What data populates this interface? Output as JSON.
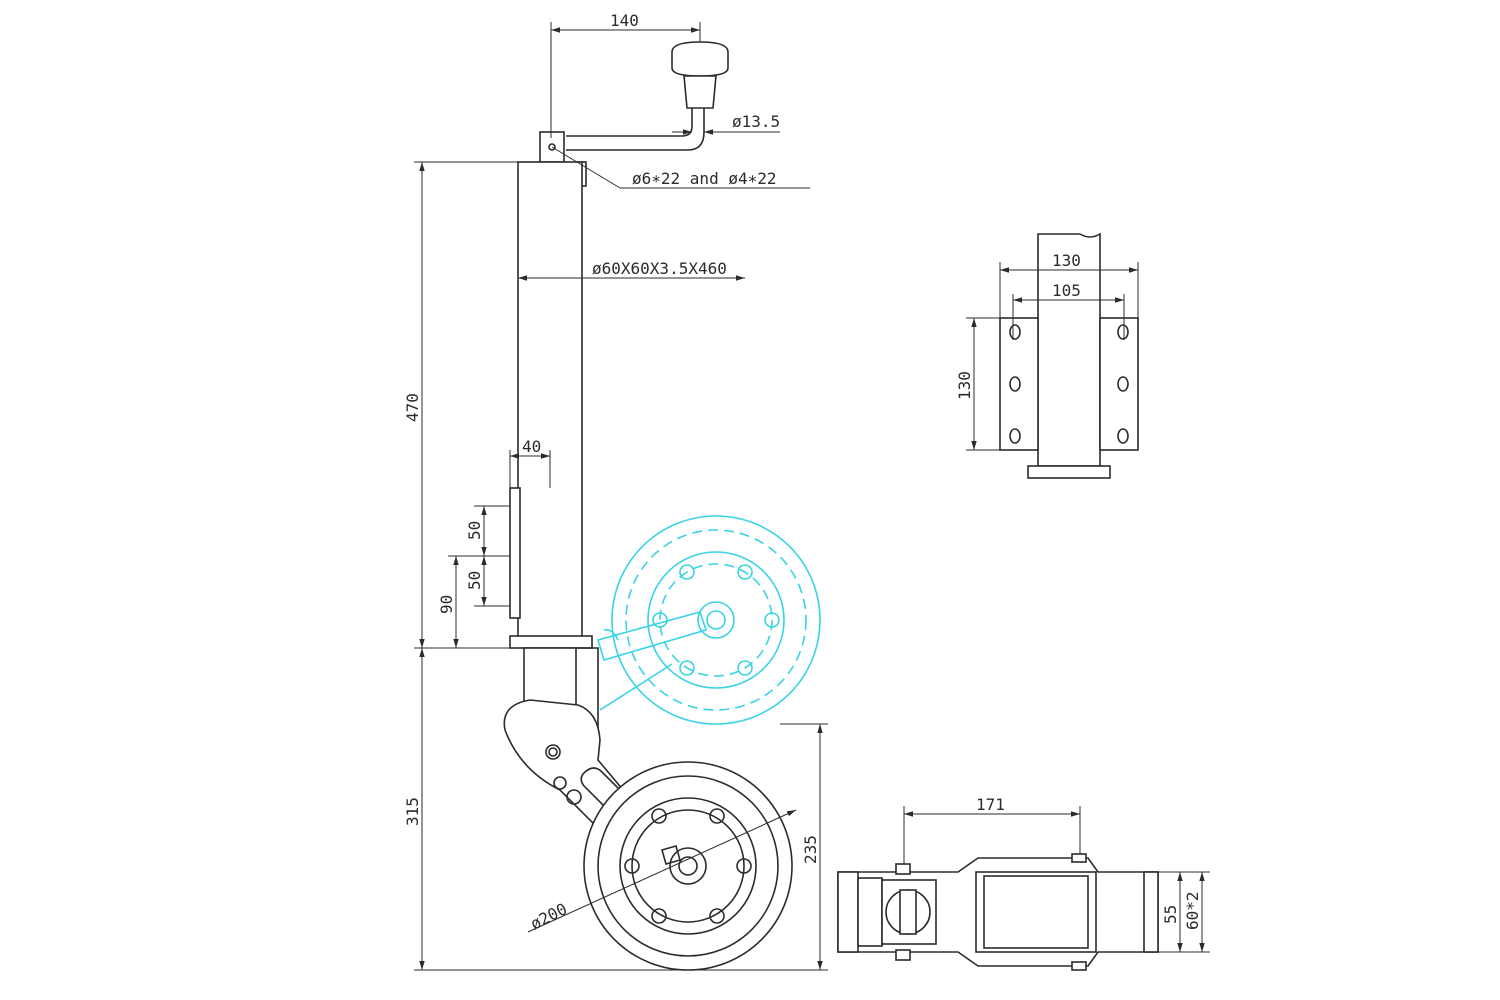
{
  "dimensions": {
    "handle_offset": "140",
    "handle_dia": "ø13.5",
    "pins": "ø6∗22 and ø4∗22",
    "tube": "ø60X60X3.5X460",
    "height_upper": "470",
    "height_lower": "315",
    "plate_width": "40",
    "hole_spacing_1": "50",
    "hole_spacing_2": "50",
    "hole_height": "90",
    "wheel_dia": "ø200",
    "wheel_height": "235",
    "clamp_outer_width": "130",
    "clamp_inner_width": "105",
    "clamp_height": "130",
    "wheel_base": "171",
    "wheel_width": "55",
    "tyre_width": "60*2"
  },
  "colors": {
    "line": "#2b2b2b",
    "alt_position": "#39d3e6"
  }
}
